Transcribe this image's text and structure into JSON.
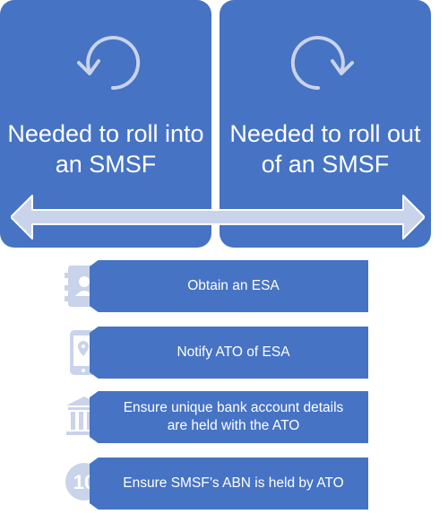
{
  "panels": {
    "left": {
      "title": "Needed to roll into an SMSF",
      "icon": "rotate-left-icon"
    },
    "right": {
      "title": "Needed to roll out of an SMSF",
      "icon": "rotate-right-icon"
    }
  },
  "connector": {
    "icon": "double-arrow-icon"
  },
  "steps": [
    {
      "label": "Obtain an ESA",
      "icon": "contact-book-icon"
    },
    {
      "label": "Notify ATO of ESA",
      "icon": "phone-location-icon"
    },
    {
      "label": "Ensure unique bank account details are held with the ATO",
      "icon": "bank-icon"
    },
    {
      "label": "Ensure SMSF’s ABN is held by ATO",
      "icon": "number-badge-icon",
      "badge": "10"
    }
  ],
  "colors": {
    "primary": "#4673c4",
    "light": "#c9d3ea",
    "white": "#ffffff"
  }
}
